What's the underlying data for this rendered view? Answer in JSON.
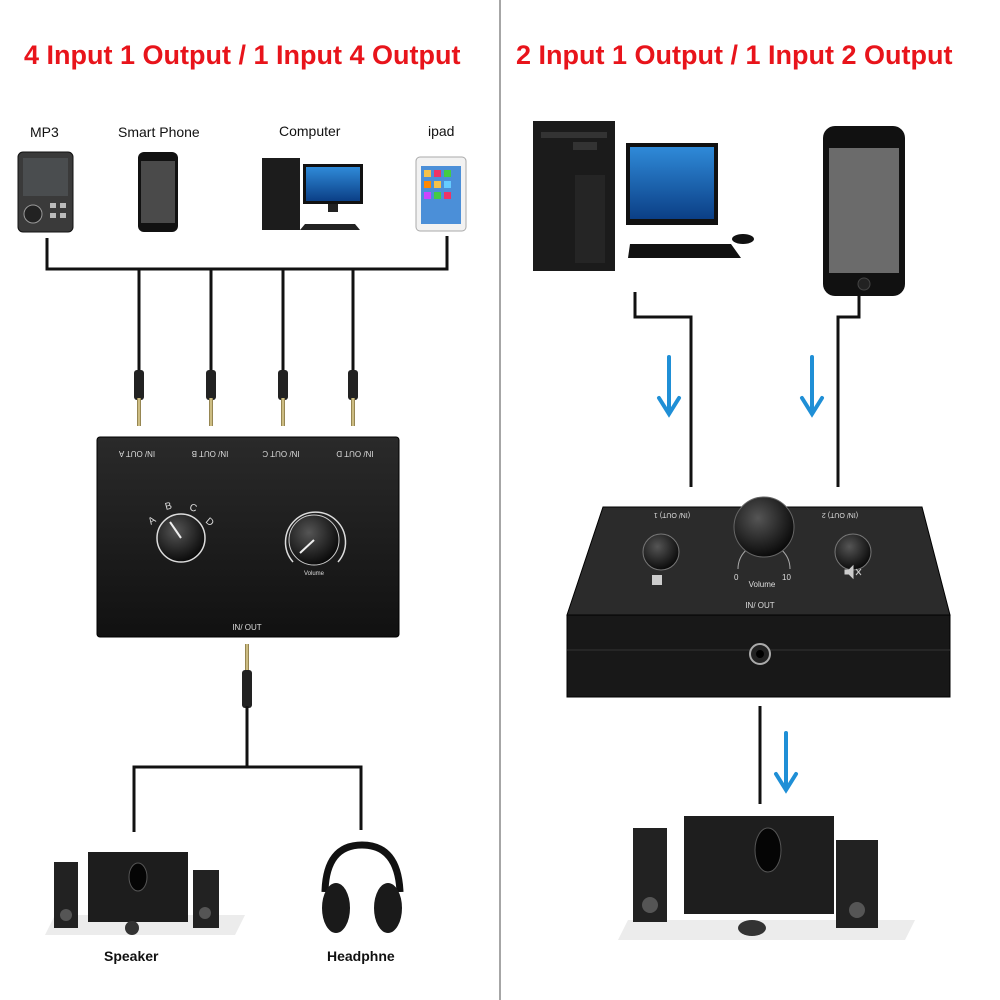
{
  "left_panel": {
    "title": "4 Input 1 Output / 1 Input 4 Output",
    "devices": [
      {
        "label": "MP3",
        "icon": "mp3-player-icon"
      },
      {
        "label": "Smart Phone",
        "icon": "smartphone-icon"
      },
      {
        "label": "Computer",
        "icon": "computer-icon"
      },
      {
        "label": "ipad",
        "icon": "tablet-icon"
      }
    ],
    "box": {
      "ports": [
        "IN/ OUT A",
        "IN/ OUT B",
        "IN/ OUT C",
        "IN/ OUT D"
      ],
      "selector_letters": [
        "A",
        "B",
        "C",
        "D"
      ],
      "volume_label": "Volume",
      "bottom_port": "IN/ OUT"
    },
    "outputs": [
      {
        "label": "Speaker",
        "icon": "speaker-set-icon"
      },
      {
        "label": "Headphne",
        "icon": "headphone-icon"
      }
    ]
  },
  "right_panel": {
    "title": "2 Input 1 Output / 1 Input 2 Output",
    "box": {
      "port_1": "(IN/ OUT) 1",
      "port_2": "(IN/ OUT) 2",
      "volume_label": "Volume",
      "volume_min": "0",
      "volume_max": "10",
      "front_port": "IN/ OUT"
    },
    "colors": {
      "arrow": "#1f8fd6"
    }
  },
  "colors": {
    "title": "#e8141b",
    "divider": "#888888"
  }
}
